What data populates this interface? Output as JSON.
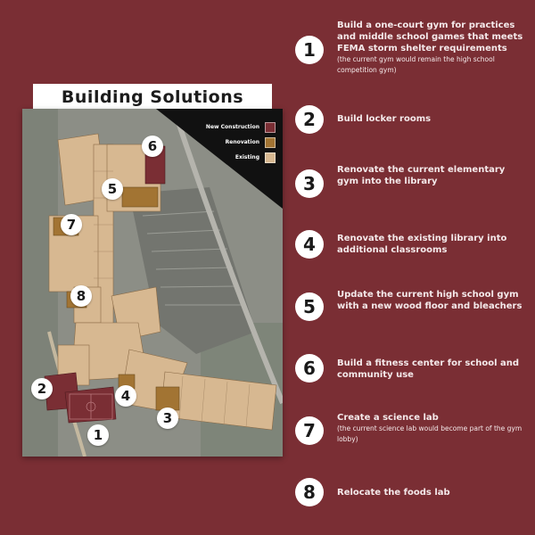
{
  "title": "Building Solutions",
  "legend": [
    {
      "label": "New Construction",
      "color": "#7a2e34"
    },
    {
      "label": "Renovation",
      "color": "#a27433"
    },
    {
      "label": "Existing",
      "color": "#d7b891"
    }
  ],
  "map_badges": [
    "1",
    "2",
    "3",
    "4",
    "5",
    "6",
    "7",
    "8"
  ],
  "items": [
    {
      "num": "1",
      "text": "Build a one-court gym for practices and middle school games that meets FEMA storm shelter requirements",
      "note": "(the current gym would remain the high school competition gym)"
    },
    {
      "num": "2",
      "text": "Build locker rooms",
      "note": ""
    },
    {
      "num": "3",
      "text": "Renovate the current elementary gym into the library",
      "note": ""
    },
    {
      "num": "4",
      "text": "Renovate the existing library into additional classrooms",
      "note": ""
    },
    {
      "num": "5",
      "text": "Update the current high school gym with a new wood floor and bleachers",
      "note": ""
    },
    {
      "num": "6",
      "text": "Build a fitness center for school and community use",
      "note": ""
    },
    {
      "num": "7",
      "text": "Create a science lab",
      "note": "(the current science lab would become part of the gym lobby)"
    },
    {
      "num": "8",
      "text": "Relocate the foods lab",
      "note": ""
    }
  ],
  "colors": {
    "background": "#7a2e34",
    "new_construction": "#7a2e34",
    "renovation": "#a27433",
    "existing": "#d7b891",
    "text": "#f4e9ea"
  }
}
